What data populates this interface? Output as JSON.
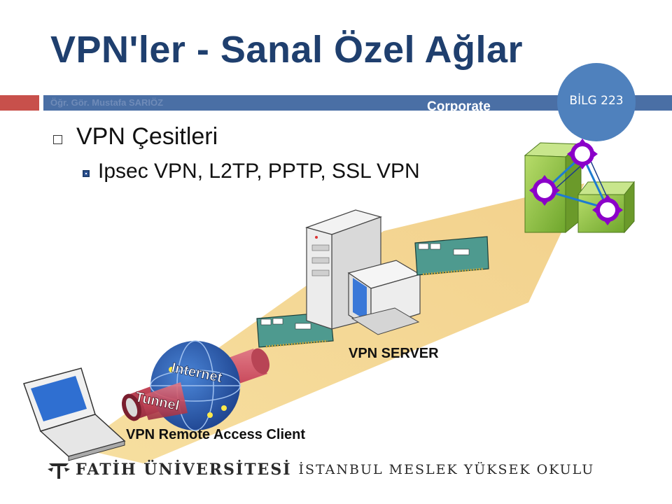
{
  "title": "VPN'ler - Sanal Özel Ağlar",
  "header": {
    "author": "Öğr. Gör. Mustafa SARIÖZ",
    "course_badge": "BİLG 223",
    "band_label": "Corporate"
  },
  "bullets": {
    "level1": "VPN Çesitleri",
    "level2": "Ipsec VPN, L2TP, PPTP, SSL VPN"
  },
  "diagram": {
    "server_label": "VPN SERVER",
    "client_label": "VPN Remote Access Client",
    "globe_label": "Internet",
    "tunnel_label": "Tunnel"
  },
  "footer": {
    "university": "FATİH ÜNİVERSİTESİ",
    "school": "İSTANBUL MESLEK YÜKSEK OKULU"
  },
  "colors": {
    "title": "#1f3f6e",
    "band": "#4a6fa5",
    "accent_red": "#c8504b",
    "badge": "#4f81bd",
    "beam": "#f1cf82",
    "tunnel": "#cc5566",
    "router": "#8b00c9",
    "cube": "#8dbf3c"
  }
}
